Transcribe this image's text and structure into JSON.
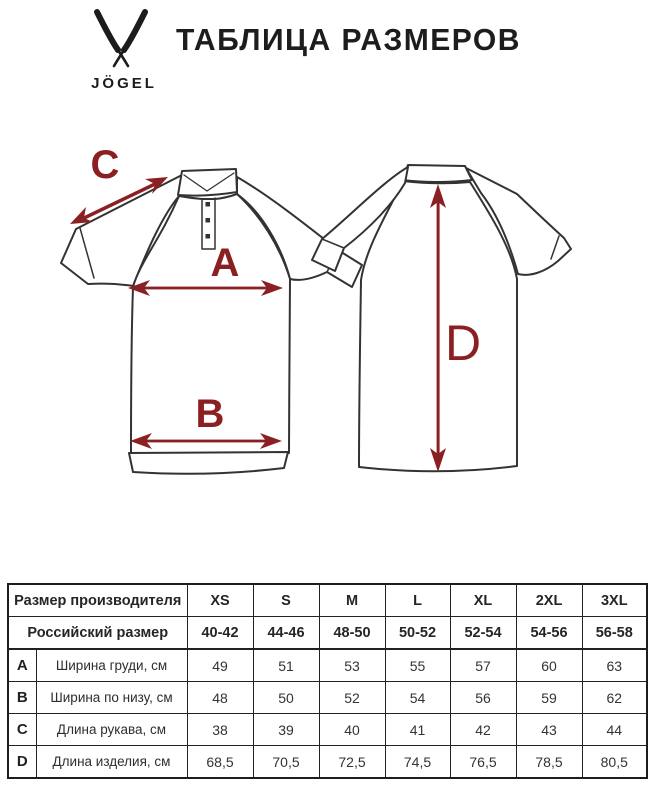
{
  "brand": {
    "logo_text": "JÖGEL"
  },
  "title": "ТАБЛИЦА РАЗМЕРОВ",
  "diagram": {
    "labels": {
      "a": "A",
      "b": "B",
      "c": "C",
      "d": "D"
    },
    "arrow_color": "#8b2022",
    "line_color": "#333333"
  },
  "table": {
    "header_row_1": {
      "label": "Размер производителя",
      "sizes": [
        "XS",
        "S",
        "M",
        "L",
        "XL",
        "2XL",
        "3XL"
      ]
    },
    "header_row_2": {
      "label": "Российский размер",
      "values": [
        "40-42",
        "44-46",
        "48-50",
        "50-52",
        "52-54",
        "54-56",
        "56-58"
      ]
    },
    "rows": [
      {
        "letter": "A",
        "label": "Ширина груди, см",
        "values": [
          "49",
          "51",
          "53",
          "55",
          "57",
          "60",
          "63"
        ]
      },
      {
        "letter": "B",
        "label": "Ширина по низу, см",
        "values": [
          "48",
          "50",
          "52",
          "54",
          "56",
          "59",
          "62"
        ]
      },
      {
        "letter": "C",
        "label": "Длина рукава, см",
        "values": [
          "38",
          "39",
          "40",
          "41",
          "42",
          "43",
          "44"
        ]
      },
      {
        "letter": "D",
        "label": "Длина изделия, см",
        "values": [
          "68,5",
          "70,5",
          "72,5",
          "74,5",
          "76,5",
          "78,5",
          "80,5"
        ]
      }
    ]
  }
}
